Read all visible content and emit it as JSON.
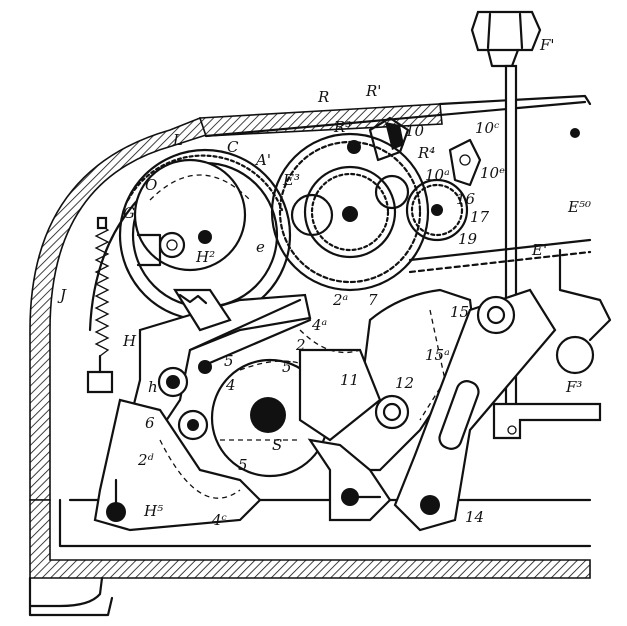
{
  "labels": {
    "F_prime": "F'",
    "R": "R",
    "R_prime": "R'",
    "R3": "R³",
    "R4": "R⁴",
    "n10": "10",
    "n10a": "10ᵃ",
    "n10c": "10ᶜ",
    "n10e": "10ᵉ",
    "n16": "16",
    "n17": "17",
    "n19": "19",
    "E50": "E⁵⁰",
    "E_prime": "E'",
    "L": "L",
    "C": "C",
    "O": "O",
    "G": "G",
    "A_prime": "A'",
    "e": "e",
    "E3": "E³",
    "H2": "H²",
    "J": "J",
    "H": "H",
    "h": "h",
    "n5a": "5",
    "n4": "4",
    "n2a": "2ᵃ",
    "n4a": "4ᵃ",
    "n7": "7",
    "n2": "2",
    "n11": "11",
    "n12": "12",
    "n15": "15",
    "n15a": "15ᵃ",
    "n5b": "5",
    "n6": "6",
    "S": "S",
    "n5c": "5",
    "n2d": "2ᵈ",
    "H5": "H⁵",
    "n4c": "4ᶜ",
    "n14": "14",
    "F3": "F³"
  }
}
